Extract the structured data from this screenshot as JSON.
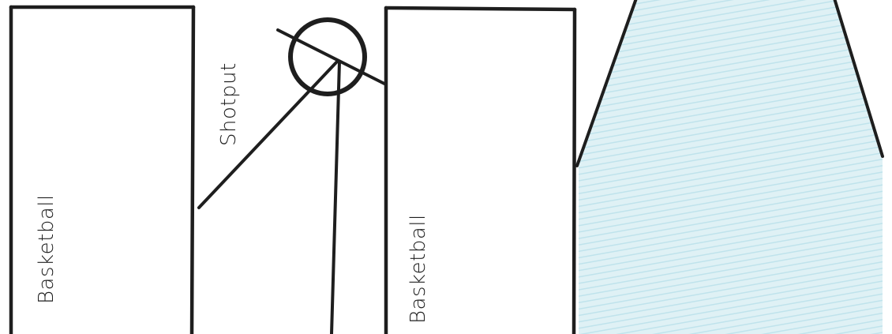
{
  "diagram": {
    "labels": {
      "court_left": "Basketball",
      "shotput": "Shotput",
      "court_center": "Basketball"
    },
    "colors": {
      "ink": "#1e1e1e",
      "field_fill": "#cfe9f0",
      "paper": "#ffffff"
    }
  }
}
